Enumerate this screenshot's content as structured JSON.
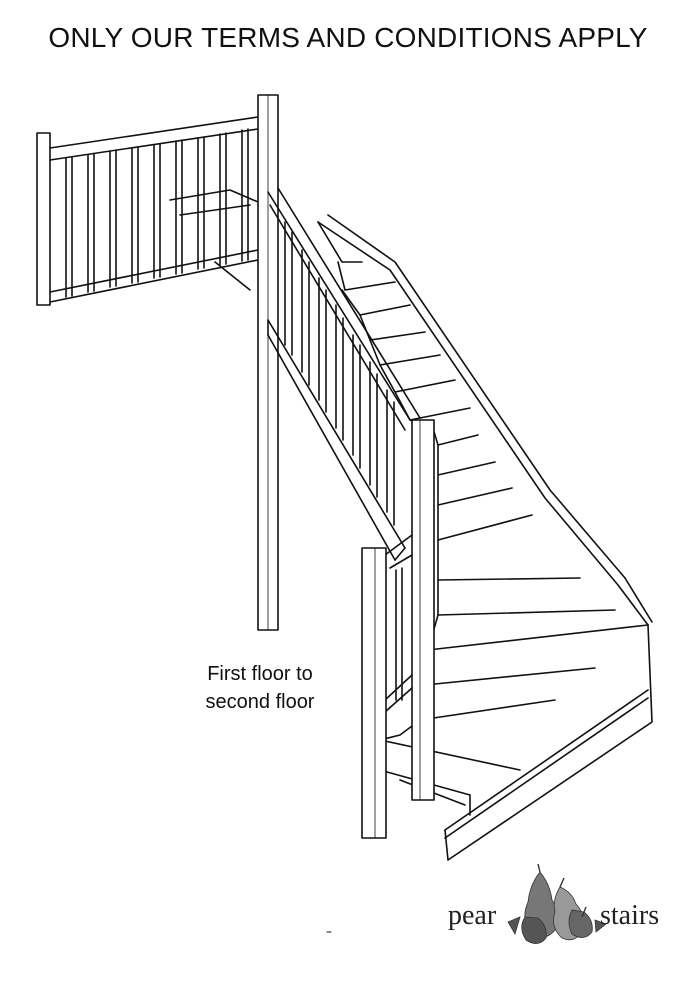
{
  "headline": "ONLY OUR TERMS AND CONDITIONS APPLY",
  "caption": {
    "line1": "First floor to",
    "line2": "second floor"
  },
  "brand": {
    "word_left": "pear",
    "word_right": "stairs",
    "icon": "pears-logo-icon"
  },
  "colors": {
    "ink": "#111111",
    "background": "#ffffff"
  }
}
